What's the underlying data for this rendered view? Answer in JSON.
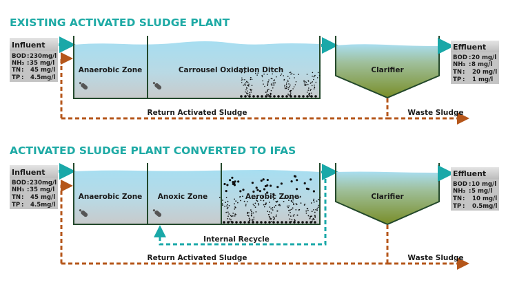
{
  "diagrams": [
    {
      "title": "EXISTING ACTIVATED SLUDGE PLANT",
      "influent": {
        "label": "Influent",
        "rows": [
          {
            "param": "BOD",
            "sep": ":",
            "value": "230mg/l"
          },
          {
            "param": "NH₃",
            "sep": ":",
            "value": "35 mg/l"
          },
          {
            "param": "TN",
            "sep": ":",
            "value": "45 mg/l"
          },
          {
            "param": "TP",
            "sep": ":",
            "value": "4.5mg/l"
          }
        ]
      },
      "zones": [
        "Anaerobic Zone",
        "Carrousel Oxidation Ditch"
      ],
      "clarifier": "Clarifier",
      "effluent": {
        "label": "Effluent",
        "rows": [
          {
            "param": "BOD",
            "sep": ":",
            "value": "20  mg/l"
          },
          {
            "param": "NH₃",
            "sep": ":",
            "value": "8    mg/l"
          },
          {
            "param": "TN",
            "sep": ":",
            "value": "20 mg/l"
          },
          {
            "param": "TP",
            "sep": ":",
            "value": "1   mg/l"
          }
        ]
      },
      "return_label": "Return Activated Sludge",
      "waste_label": "Waste Sludge"
    },
    {
      "title": "ACTIVATED SLUDGE PLANT CONVERTED TO IFAS",
      "influent": {
        "label": "Influent",
        "rows": [
          {
            "param": "BOD",
            "sep": ":",
            "value": "230mg/l"
          },
          {
            "param": "NH₃",
            "sep": ":",
            "value": "35 mg/l"
          },
          {
            "param": "TN",
            "sep": ":",
            "value": "45 mg/l"
          },
          {
            "param": "TP",
            "sep": ":",
            "value": "4.5mg/l"
          }
        ]
      },
      "zones": [
        "Anaerobic Zone",
        "Anoxic Zone",
        "Aerobic Zone"
      ],
      "clarifier": "Clarifier",
      "effluent": {
        "label": "Effluent",
        "rows": [
          {
            "param": "BOD",
            "sep": ":",
            "value": "10  mg/l"
          },
          {
            "param": "NH₃",
            "sep": ":",
            "value": "5   mg/l"
          },
          {
            "param": "TN",
            "sep": ":",
            "value": "10 mg/l"
          },
          {
            "param": "TP",
            "sep": ":",
            "value": "0.5mg/l"
          }
        ]
      },
      "internal_recycle_label": "Internal Recycle",
      "return_label": "Return Activated Sludge",
      "waste_label": "Waste Sludge"
    }
  ],
  "colors": {
    "title": "#1eaaa5",
    "flow_arrow": "#1aa8a8",
    "sludge_line": "#b5561a",
    "tank_wall": "#23482b",
    "water_top": "#a8dff0",
    "water_bottom": "#c6cbcc",
    "clarifier_bottom": "#7b8f2a",
    "data_box": "#c8c8c8"
  }
}
